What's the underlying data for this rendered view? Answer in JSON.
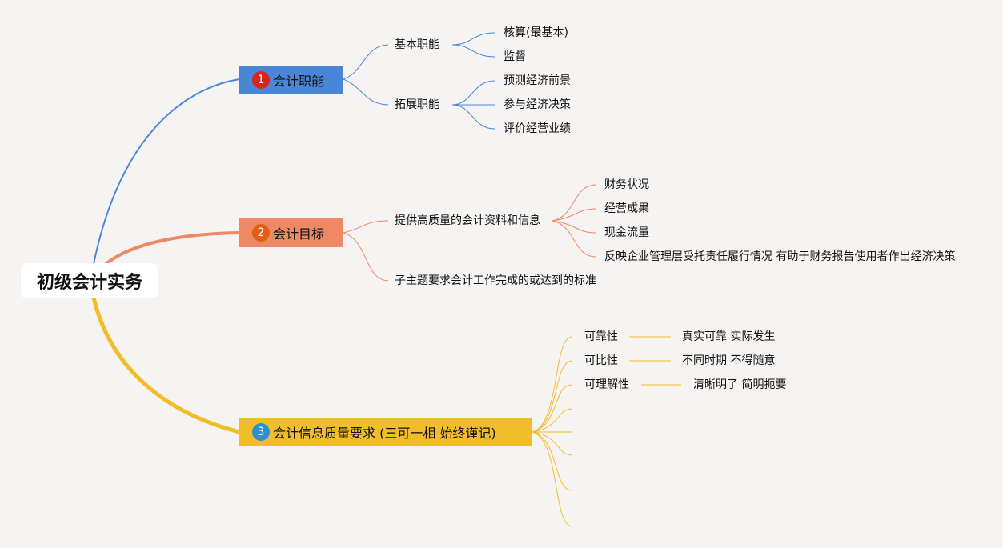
{
  "root": {
    "label": "初级会计实务"
  },
  "topics": [
    {
      "badge": "1",
      "label": "会计职能",
      "color": "#4a86d8",
      "children": [
        {
          "label": "基本职能",
          "children": [
            "核算(最基本)",
            "监督"
          ]
        },
        {
          "label": "拓展职能",
          "children": [
            "预测经济前景",
            "参与经济决策",
            "评价经营业绩"
          ]
        }
      ]
    },
    {
      "badge": "2",
      "label": "会计目标",
      "color": "#ef8865",
      "children": [
        {
          "label": "提供高质量的会计资料和信息",
          "children": [
            "财务状况",
            "经营成果",
            "现金流量",
            "反映企业管理层受托责任履行情况 有助于财务报告使用者作出经济决策"
          ]
        },
        {
          "label": "子主题要求会计工作完成的或达到的标准",
          "children": []
        }
      ]
    },
    {
      "badge": "3",
      "label": "会计信息质量要求 (三可一相 始终谨记)",
      "color": "#f1bd2b",
      "children": [
        {
          "label": "可靠性",
          "note": "真实可靠 实际发生"
        },
        {
          "label": "可比性",
          "note": "不同时期 不得随意"
        },
        {
          "label": "可理解性",
          "note": "清晰明了 简明扼要"
        },
        {
          "label": "",
          "note": ""
        },
        {
          "label": "",
          "note": ""
        },
        {
          "label": "",
          "note": ""
        },
        {
          "label": "",
          "note": ""
        },
        {
          "label": "",
          "note": ""
        }
      ]
    }
  ]
}
